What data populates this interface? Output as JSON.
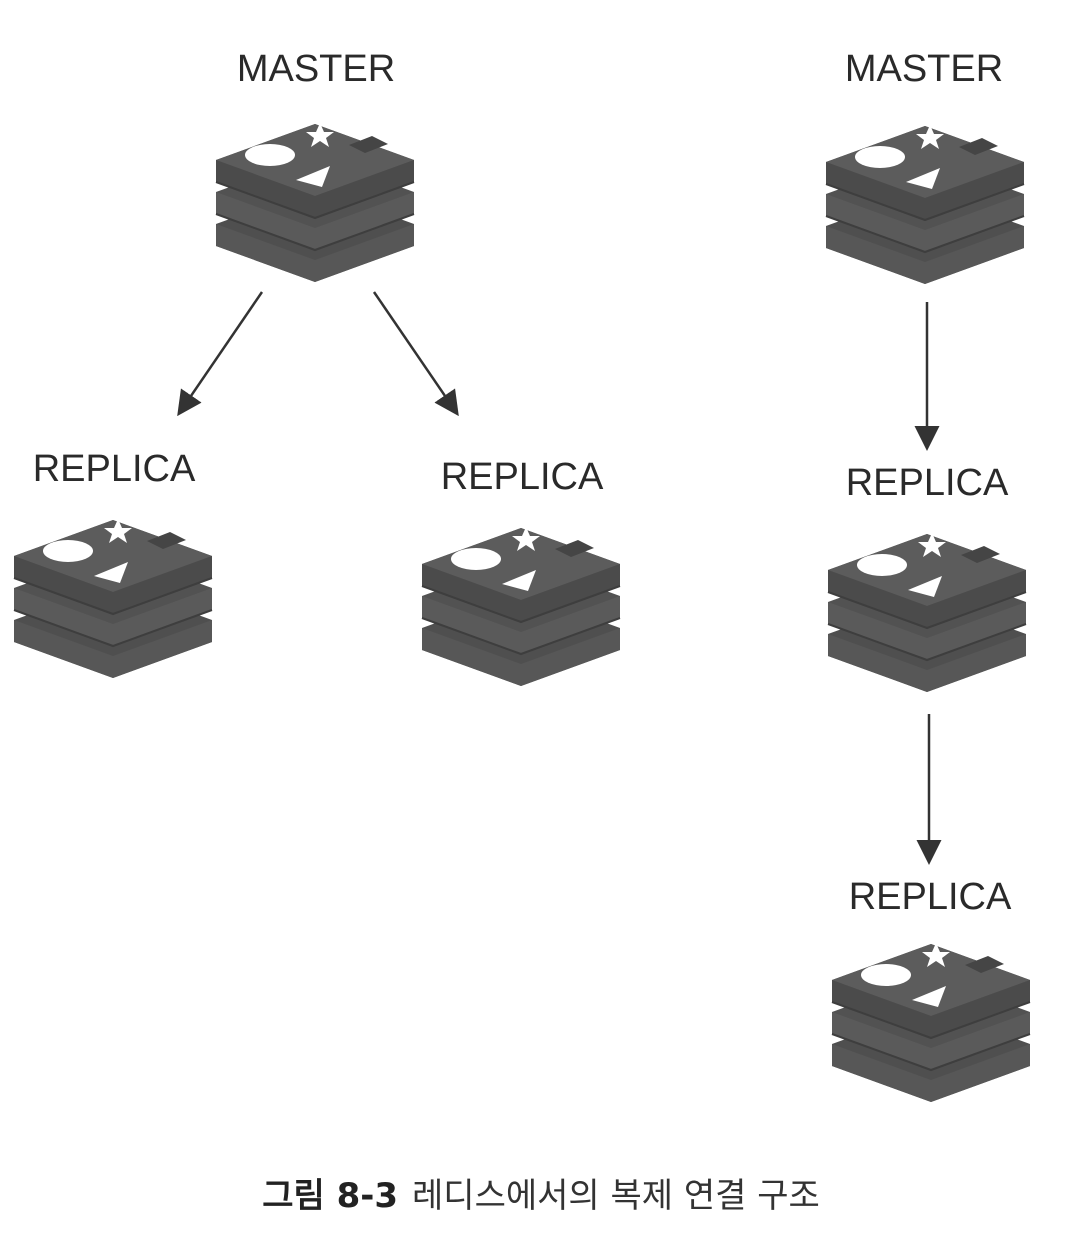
{
  "colors": {
    "db_icon_fill": "#5a5a5a",
    "db_icon_edge": "#3d3d3d",
    "db_icon_symbols": "#ffffff",
    "arrow": "#333333",
    "text": "#2a2a2a"
  },
  "icons": {
    "database": "redis-database-icon"
  },
  "left_group": {
    "master": {
      "label": "MASTER"
    },
    "replica_left": {
      "label": "REPLICA"
    },
    "replica_right": {
      "label": "REPLICA"
    }
  },
  "right_group": {
    "master": {
      "label": "MASTER"
    },
    "replica_1": {
      "label": "REPLICA"
    },
    "replica_2": {
      "label": "REPLICA"
    }
  },
  "caption": {
    "number": "그림 8-3",
    "text": "레디스에서의 복제 연결 구조"
  }
}
